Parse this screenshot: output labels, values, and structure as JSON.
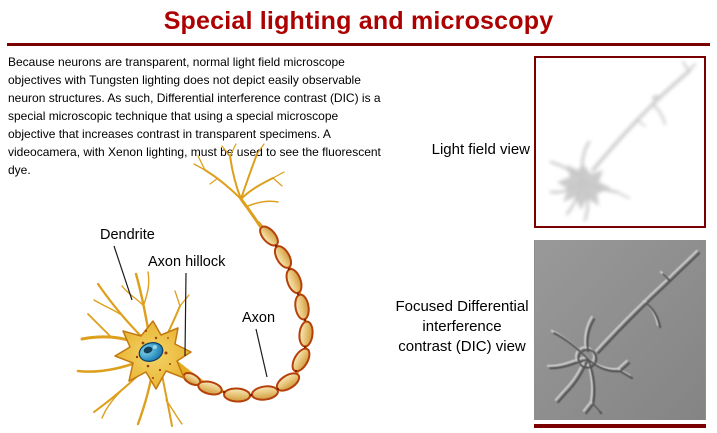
{
  "title": "Special lighting and microscopy",
  "intro": "Because neurons are transparent, normal light field microscope objectives with Tungsten lighting does not depict easily observable neuron structures. As such, Differential interference contrast (DIC) is a special microscopic technique that using a special microscope objective that increases contrast in transparent specimens. A videocamera, with Xenon lighting, must be used to see the fluorescent dye.",
  "diagram_labels": {
    "dendrite": "Dendrite",
    "axon_hillock": "Axon hillock",
    "axon": "Axon"
  },
  "panels": {
    "light_field": {
      "caption": "Light field view"
    },
    "dic": {
      "caption_lines": [
        "Focused Differential",
        "interference",
        "contrast (DIC) view"
      ]
    }
  },
  "colors": {
    "title_red": "#ad0000",
    "accent_red": "#7a0000",
    "dic_gray": "#8e8e8e",
    "myelin_outline": "#b5400a",
    "neuron_yellow": "#dd9f1c"
  }
}
